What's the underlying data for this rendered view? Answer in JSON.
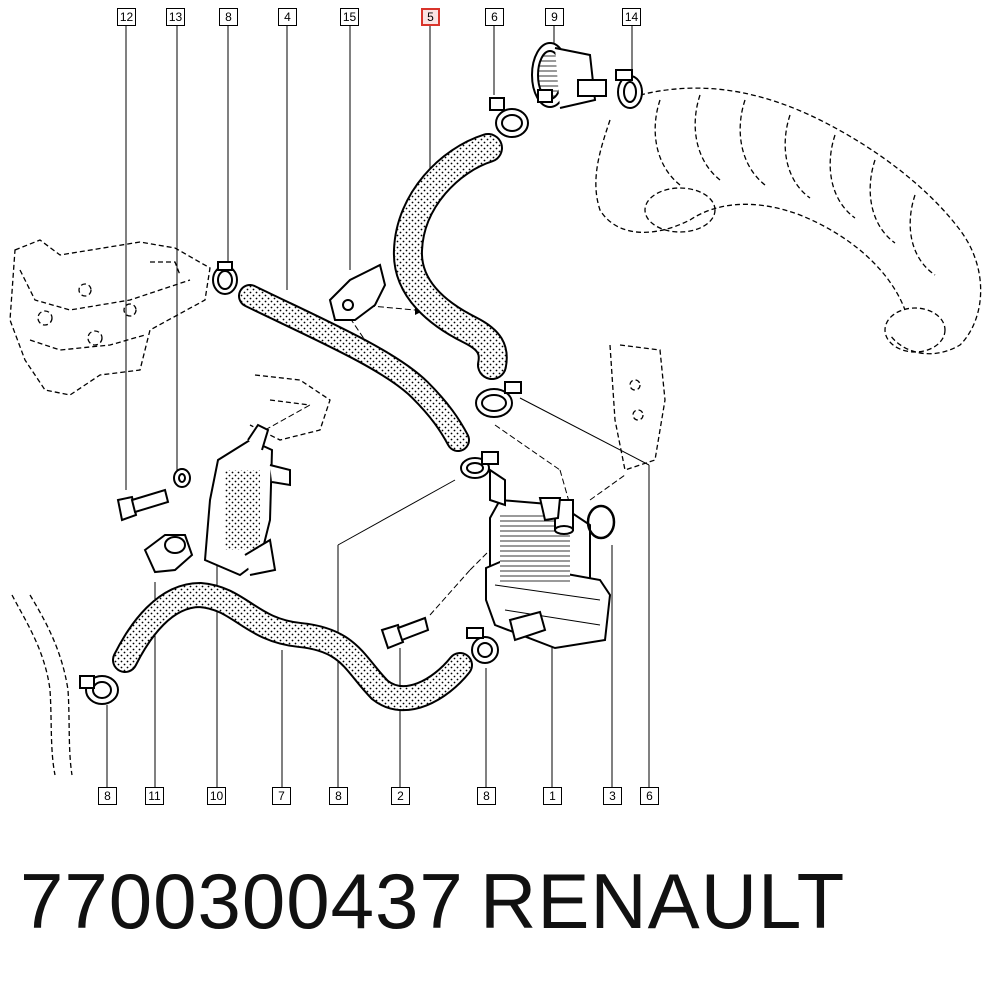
{
  "callouts_top": [
    {
      "id": "callout-12",
      "label": "12"
    },
    {
      "id": "callout-13",
      "label": "13"
    },
    {
      "id": "callout-8-top",
      "label": "8"
    },
    {
      "id": "callout-4",
      "label": "4"
    },
    {
      "id": "callout-15",
      "label": "15"
    },
    {
      "id": "callout-5",
      "label": "5",
      "highlight": true
    },
    {
      "id": "callout-6-top",
      "label": "6"
    },
    {
      "id": "callout-9",
      "label": "9"
    },
    {
      "id": "callout-14",
      "label": "14"
    }
  ],
  "callouts_bottom": [
    {
      "id": "callout-8-b1",
      "label": "8"
    },
    {
      "id": "callout-11",
      "label": "11"
    },
    {
      "id": "callout-10",
      "label": "10"
    },
    {
      "id": "callout-7",
      "label": "7"
    },
    {
      "id": "callout-8-b2",
      "label": "8"
    },
    {
      "id": "callout-2",
      "label": "2"
    },
    {
      "id": "callout-8-b3",
      "label": "8"
    },
    {
      "id": "callout-1",
      "label": "1"
    },
    {
      "id": "callout-3",
      "label": "3"
    },
    {
      "id": "callout-6-bottom",
      "label": "6"
    }
  ],
  "footer": {
    "part_number": "7700300437",
    "brand": "RENAULT"
  },
  "colors": {
    "line": "#000000",
    "highlight_border": "#d9342b",
    "highlight_fill": "#fbe3e3"
  }
}
